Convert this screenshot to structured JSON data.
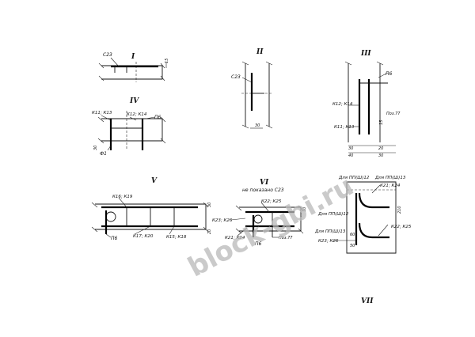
{
  "watermark": "block-gbi.ru",
  "details": {
    "I": {
      "title": "I",
      "labels": {
        "c23": "С23",
        "dim15": "15"
      }
    },
    "II": {
      "title": "II",
      "labels": {
        "c23": "С23",
        "dim30": "30"
      }
    },
    "III": {
      "title": "III",
      "labels": {
        "p6": "П6",
        "k12k14": "К12; К14",
        "poz77": "Поз.77",
        "k11k13": "К11; К13",
        "d15": "15",
        "d30": "30",
        "d40": "40",
        "d20": "20",
        "d30b": "30"
      }
    },
    "IV": {
      "title": "IV",
      "labels": {
        "k11k13": "К11; К13",
        "k12k14": "К12; К14",
        "p6": "П6",
        "f1": "Ф1",
        "d30": "30"
      }
    },
    "V": {
      "title": "V",
      "labels": {
        "k16k19": "К16; К19",
        "k17k20": "К17; К20",
        "k15k18": "К15; К18",
        "p6": "П6",
        "d30": "30",
        "d20": "20"
      }
    },
    "VI": {
      "title": "VI",
      "labels": {
        "note": "не показано С23",
        "k22k25": "К22; К25",
        "k23k26": "К23; К26",
        "k21k24": "К21; К24",
        "p6": "П6",
        "poz77": "Поз.77",
        "d10": "10"
      }
    },
    "VII": {
      "title": "VII",
      "labels": {
        "pp12a": "Для ПП(Ш)12",
        "pp13": "Для ПП(Ш)13",
        "k21k24": "К21; К24",
        "pp12b": "Для ПП(Ш)12",
        "k22k25": "К22; К25",
        "pp13b": "Для ПП(Ш)13",
        "k23k26": "К23; К26",
        "d210": "210",
        "d60": "60",
        "d50": "50"
      }
    }
  }
}
